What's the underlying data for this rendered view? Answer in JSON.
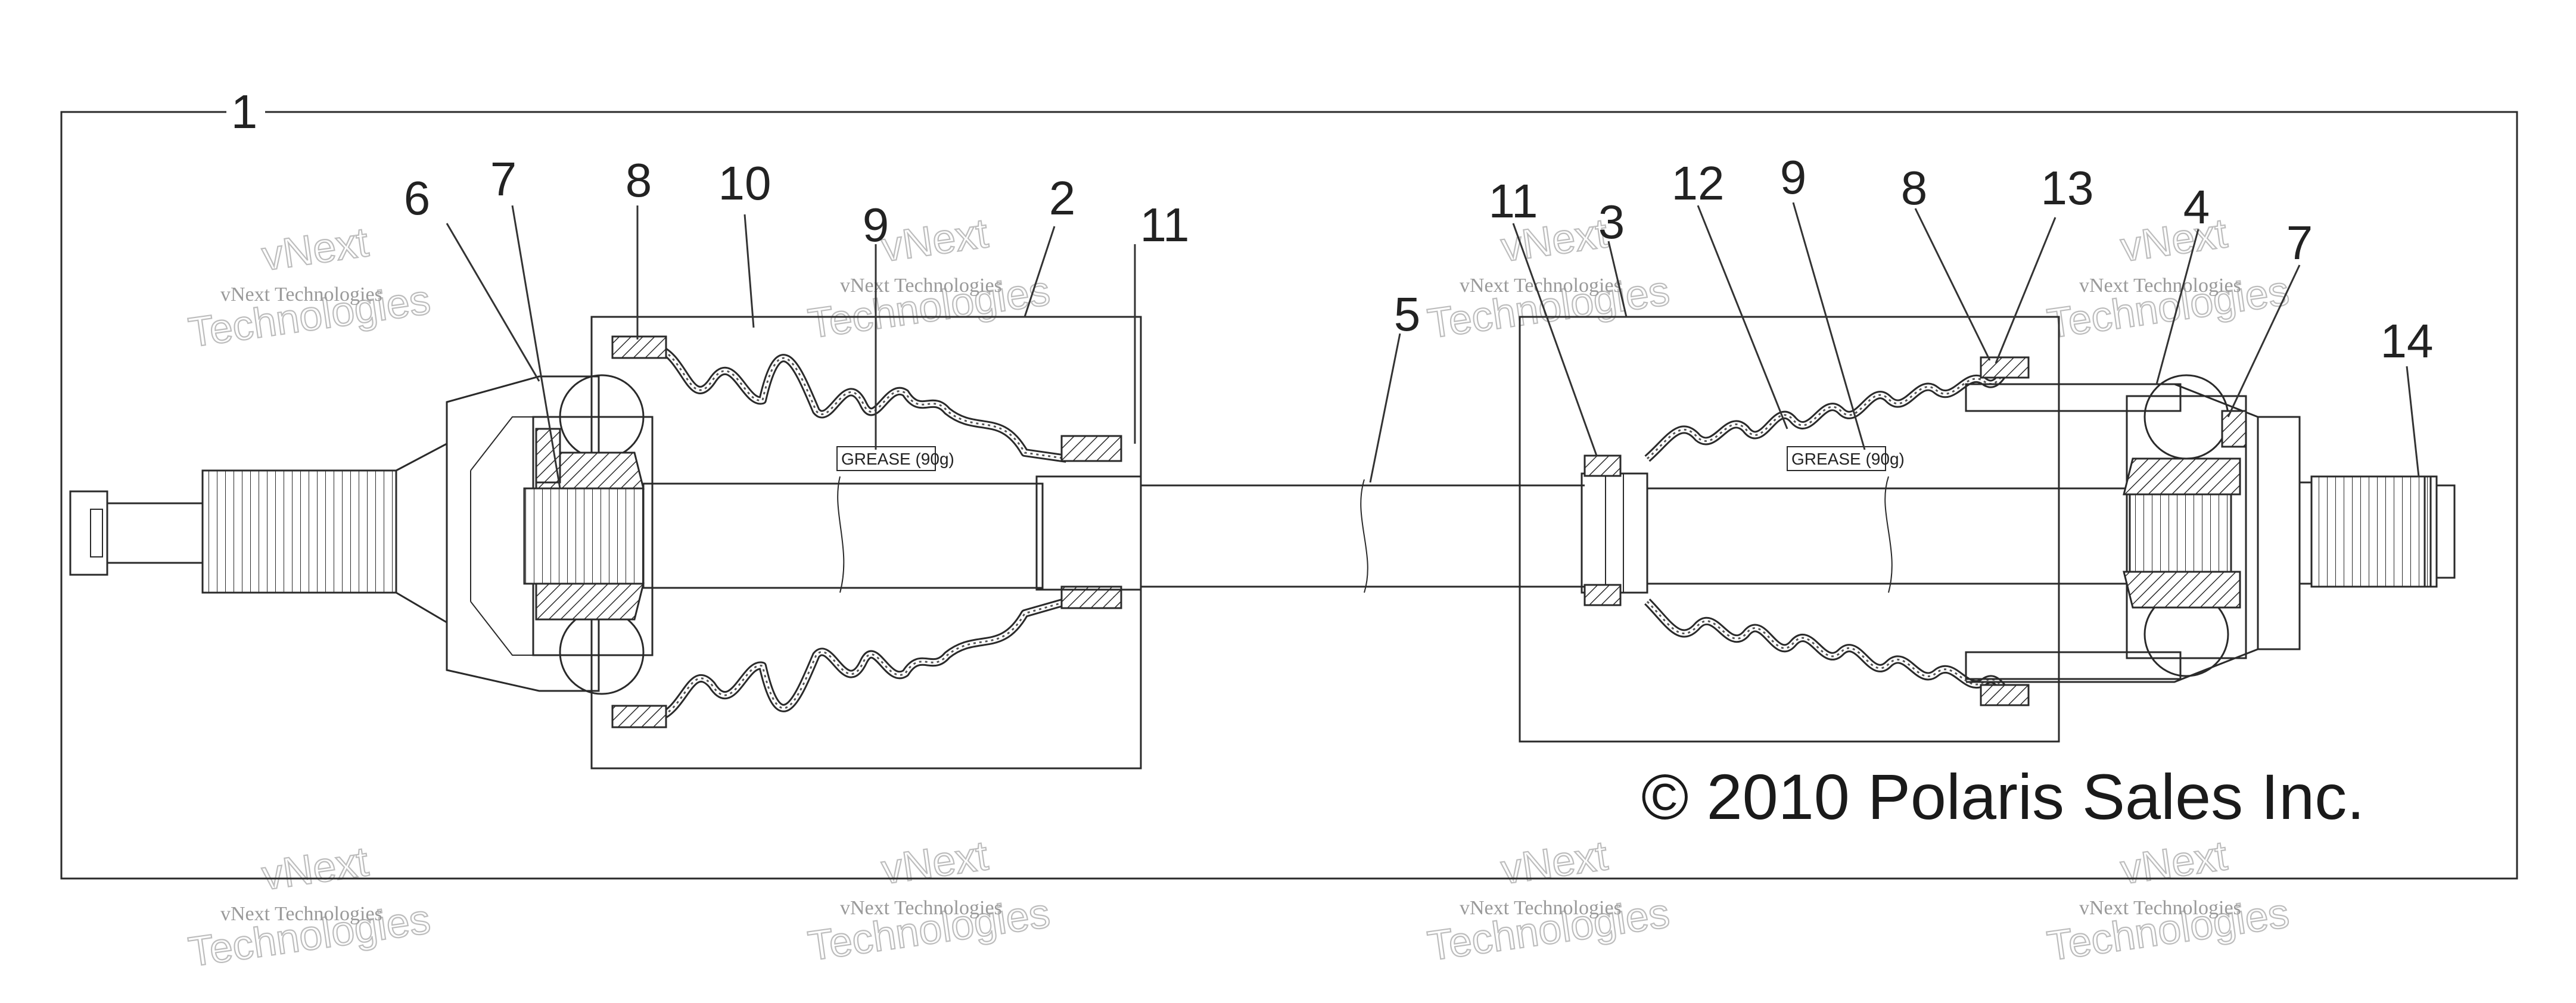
{
  "callouts": [
    {
      "id": "1",
      "text": "1"
    },
    {
      "id": "2",
      "text": "2"
    },
    {
      "id": "3",
      "text": "3"
    },
    {
      "id": "4",
      "text": "4"
    },
    {
      "id": "5",
      "text": "5"
    },
    {
      "id": "6",
      "text": "6"
    },
    {
      "id": "7-left",
      "text": "7"
    },
    {
      "id": "7-right",
      "text": "7"
    },
    {
      "id": "8-left",
      "text": "8"
    },
    {
      "id": "8-right",
      "text": "8"
    },
    {
      "id": "9-left",
      "text": "9"
    },
    {
      "id": "9-right",
      "text": "9"
    },
    {
      "id": "10",
      "text": "10"
    },
    {
      "id": "11-left",
      "text": "11"
    },
    {
      "id": "11-right",
      "text": "11"
    },
    {
      "id": "12",
      "text": "12"
    },
    {
      "id": "13",
      "text": "13"
    },
    {
      "id": "14",
      "text": "14"
    }
  ],
  "grease_labels": [
    "GREASE (90g)",
    "GREASE (90g)"
  ],
  "copyright": "© 2010 Polaris Sales Inc.",
  "watermark": {
    "line1": "vNext Technologies",
    "line2": "Technologies",
    "line3": "vNext"
  },
  "colors": {
    "line": "#2a2a2a",
    "watermark": "#bdbdbd",
    "background": "#ffffff"
  }
}
